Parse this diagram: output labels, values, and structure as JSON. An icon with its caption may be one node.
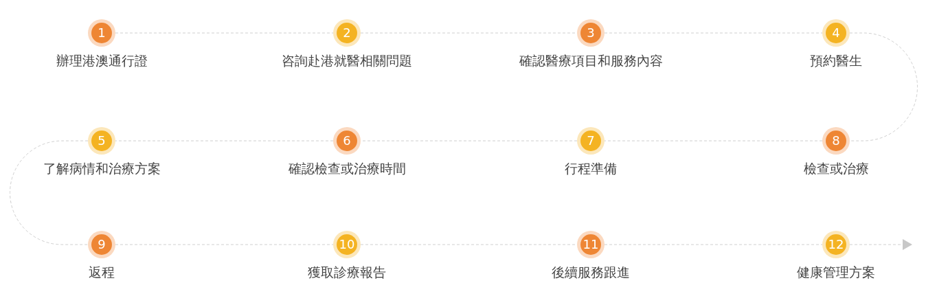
{
  "diagram": {
    "nodes": [
      {
        "text": [
          "1"
        ],
        "beside": [
          "辦理港澳通行證"
        ]
      },
      {
        "text": [
          "2"
        ],
        "beside": [
          "咨詢赴港就醫相關問題"
        ]
      },
      {
        "text": [
          "3"
        ],
        "beside": [
          "確認醫療項目和服務內容"
        ]
      },
      {
        "text": [
          "4"
        ],
        "beside": [
          "預約醫生"
        ]
      },
      {
        "text": [
          "5"
        ],
        "beside": [
          "了解病情和治療方案"
        ]
      },
      {
        "text": [
          "6"
        ],
        "beside": [
          "確認檢查或治療時間"
        ]
      },
      {
        "text": [
          "7"
        ],
        "beside": [
          "行程準備"
        ]
      },
      {
        "text": [
          "8"
        ],
        "beside": [
          "檢查或治療"
        ]
      },
      {
        "text": [
          "9"
        ],
        "beside": [
          "返程"
        ]
      },
      {
        "text": [
          "10"
        ],
        "beside": [
          "獲取診療報告"
        ]
      },
      {
        "text": [
          "11"
        ],
        "beside": [
          "後續服務跟進"
        ]
      },
      {
        "text": [
          "12"
        ],
        "beside": [
          "健康管理方案"
        ]
      }
    ],
    "edges": [
      {
        "from": 0,
        "to": 1,
        "arrow": "none",
        "style": "dashed"
      },
      {
        "from": 1,
        "to": 2,
        "arrow": "none",
        "style": "dashed"
      },
      {
        "from": 2,
        "to": 3,
        "arrow": "none",
        "style": "dashed"
      },
      {
        "from": 3,
        "to": 7,
        "arrow": "none",
        "style": "dashed"
      },
      {
        "from": 7,
        "to": 6,
        "arrow": "none",
        "style": "dashed"
      },
      {
        "from": 6,
        "to": 5,
        "arrow": "none",
        "style": "dashed"
      },
      {
        "from": 5,
        "to": 4,
        "arrow": "none",
        "style": "dashed"
      },
      {
        "from": 4,
        "to": 8,
        "arrow": "none",
        "style": "dashed"
      },
      {
        "from": 8,
        "to": 9,
        "arrow": "none",
        "style": "dashed"
      },
      {
        "from": 9,
        "to": 10,
        "arrow": "none",
        "style": "dashed"
      },
      {
        "from": 10,
        "to": 11,
        "arrow": "none",
        "style": "dashed"
      },
      {
        "from": 11,
        "to": null,
        "arrow": "to",
        "style": "dashed"
      }
    ]
  }
}
